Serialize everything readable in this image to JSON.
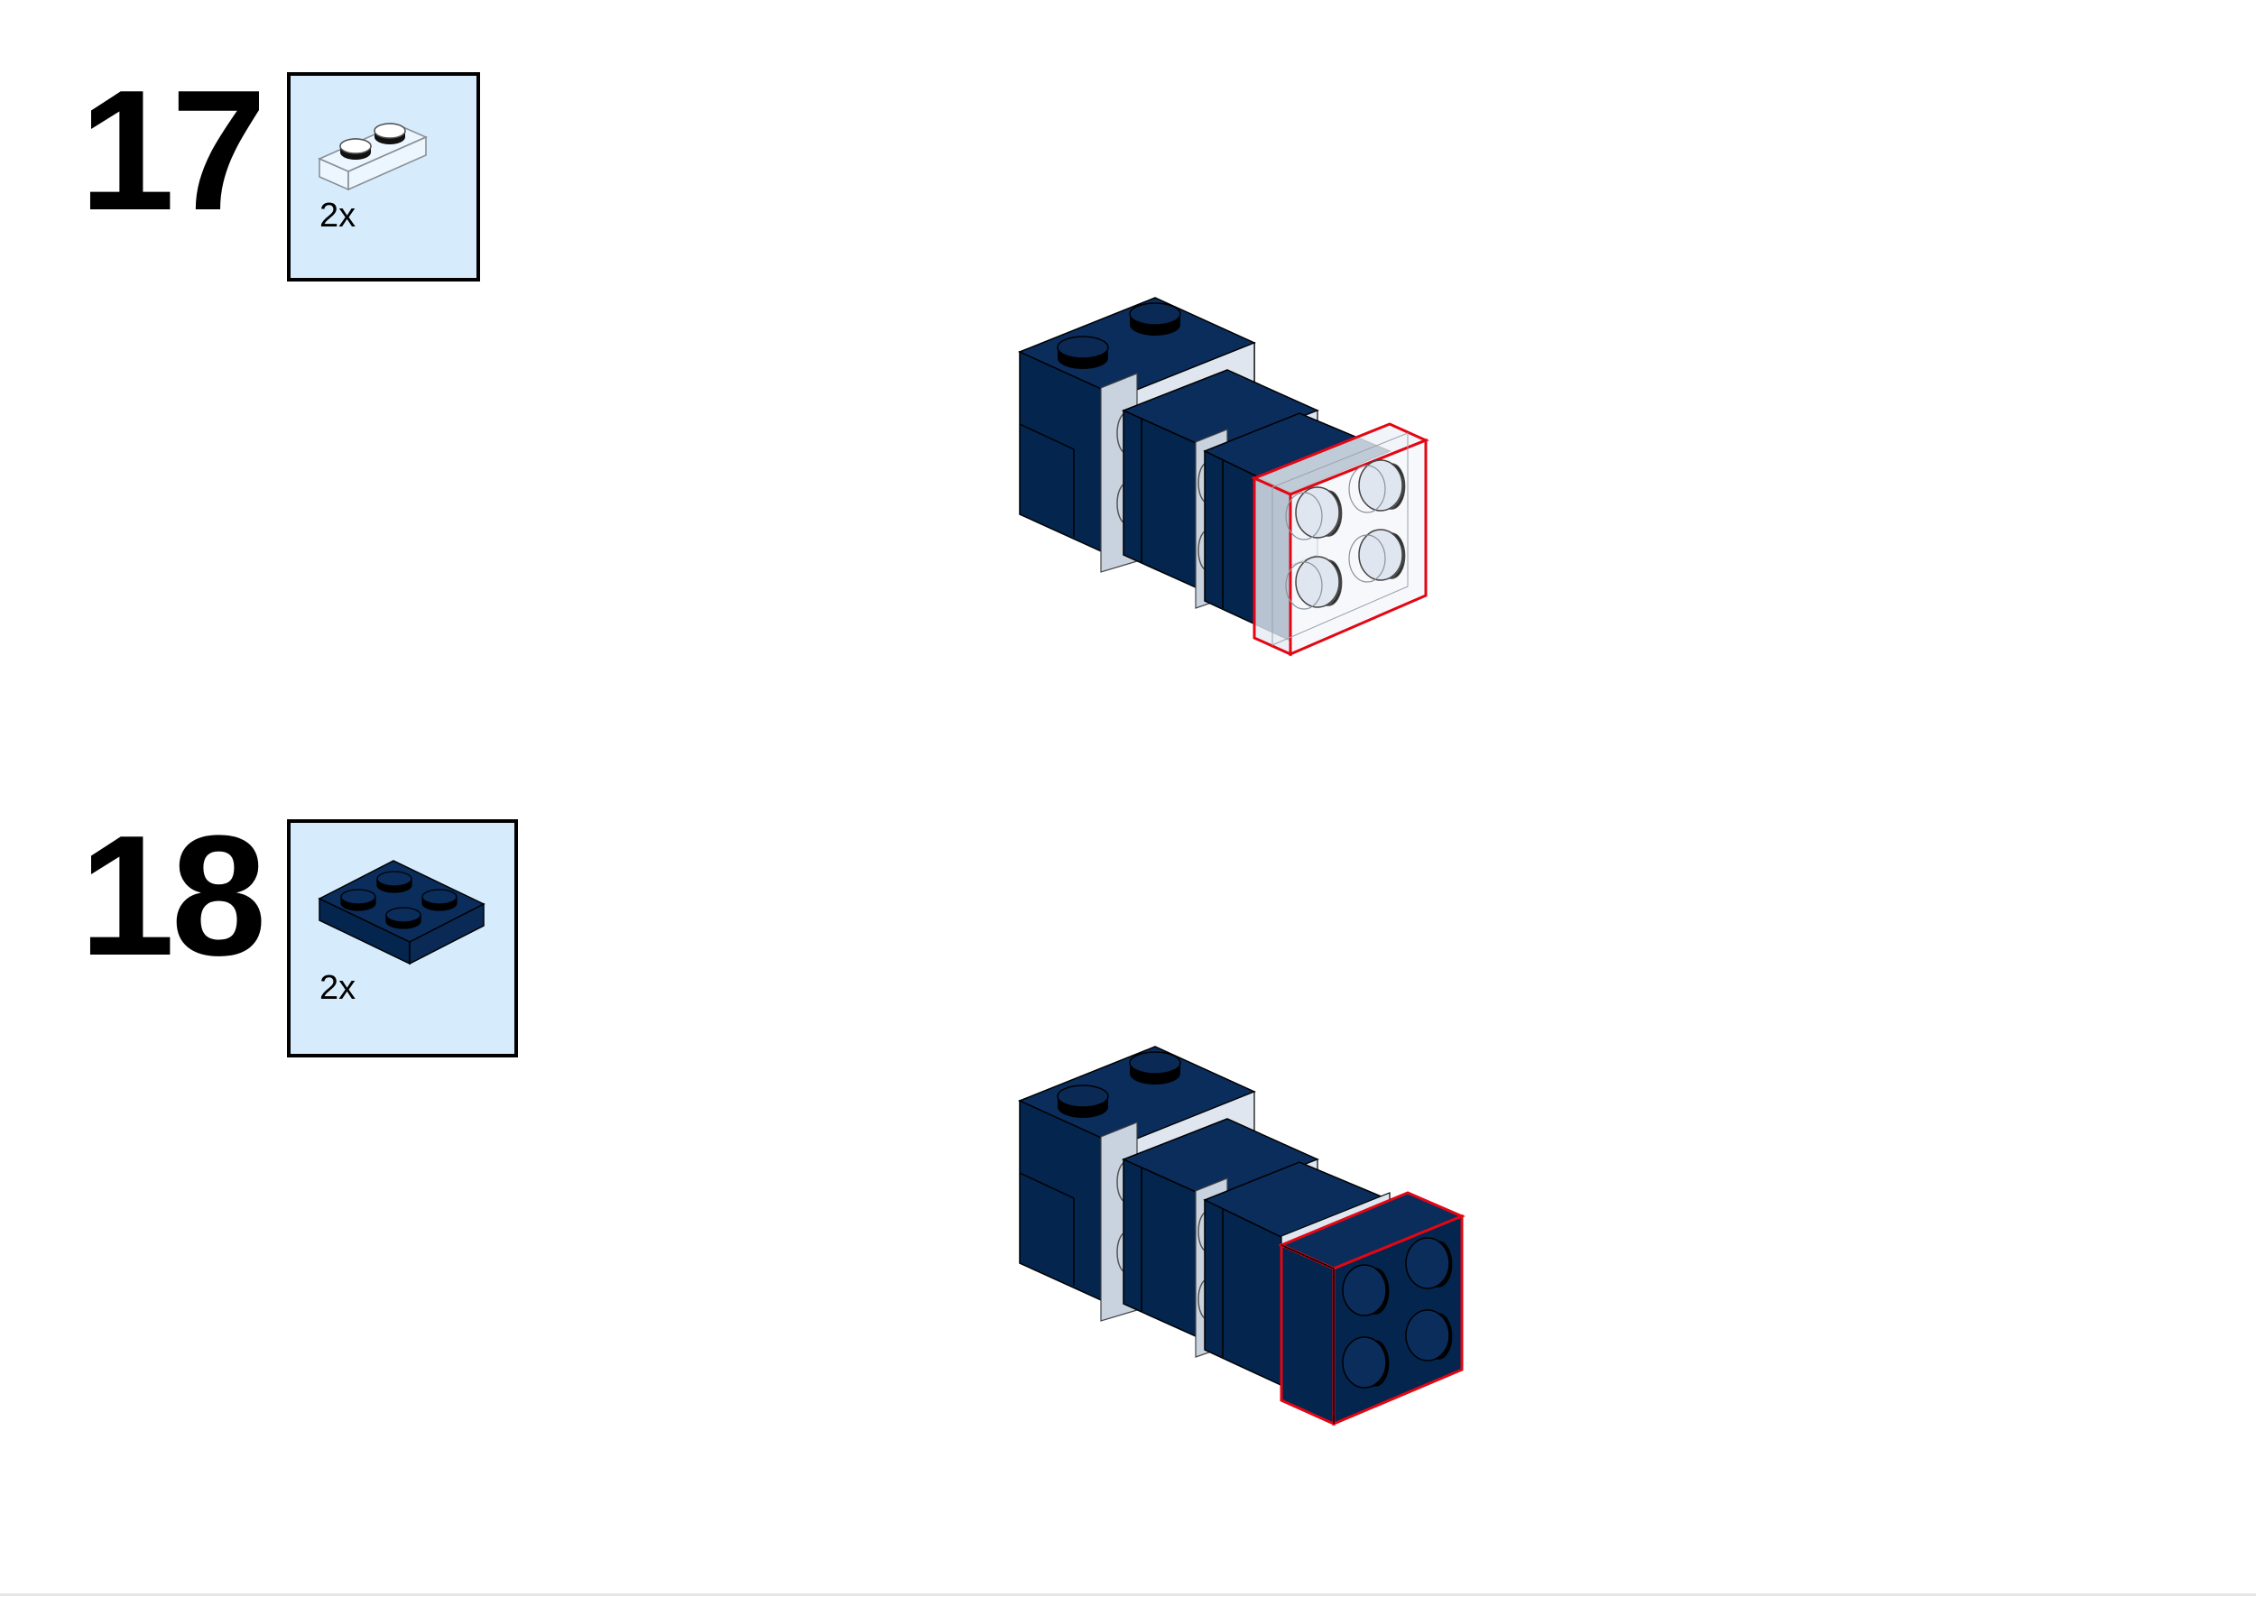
{
  "colors": {
    "dark_blue": "#03254e",
    "clear": "#e8eef6",
    "highlight": "#e30613",
    "parts_bg": "#d6ecfc"
  },
  "steps": [
    {
      "number": "17",
      "part": {
        "icon": "clear-plate-1x2-icon",
        "quantity": "2x"
      }
    },
    {
      "number": "18",
      "part": {
        "icon": "dark-blue-plate-2x2-icon",
        "quantity": "2x"
      }
    }
  ]
}
